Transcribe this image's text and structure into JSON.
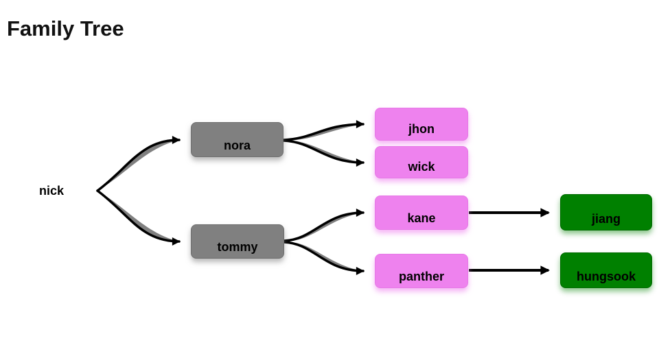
{
  "title": "Family Tree",
  "nodes": {
    "nick": {
      "label": "nick",
      "role": "root"
    },
    "nora": {
      "label": "nora",
      "role": "parent"
    },
    "tommy": {
      "label": "tommy",
      "role": "parent"
    },
    "jhon": {
      "label": "jhon",
      "role": "child"
    },
    "wick": {
      "label": "wick",
      "role": "child"
    },
    "kane": {
      "label": "kane",
      "role": "child"
    },
    "panther": {
      "label": "panther",
      "role": "child"
    },
    "jiang": {
      "label": "jiang",
      "role": "grandchild"
    },
    "hungsook": {
      "label": "hungsook",
      "role": "grandchild"
    }
  },
  "edges": [
    {
      "from": "nick",
      "to": "nora"
    },
    {
      "from": "nick",
      "to": "tommy"
    },
    {
      "from": "nora",
      "to": "jhon"
    },
    {
      "from": "nora",
      "to": "wick"
    },
    {
      "from": "tommy",
      "to": "kane"
    },
    {
      "from": "tommy",
      "to": "panther"
    },
    {
      "from": "kane",
      "to": "jiang"
    },
    {
      "from": "panther",
      "to": "hungsook"
    }
  ],
  "colors": {
    "parent_node": "#808080",
    "child_node": "#ee82ee",
    "grandchild_node": "#008000",
    "edge": "#000000",
    "edge_shadow": "#808080",
    "label": "#000000",
    "background": "#ffffff"
  }
}
